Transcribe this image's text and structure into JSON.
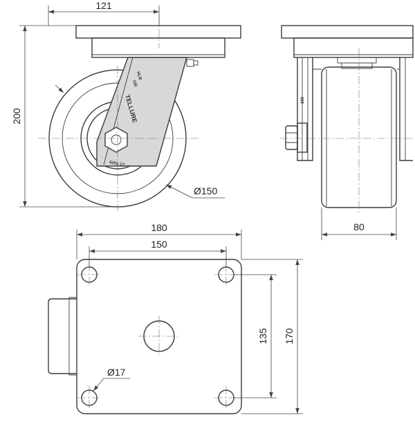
{
  "dimensions": {
    "swivel_offset": "121",
    "height": "200",
    "wheel_diameter": "Ø150",
    "wheel_width": "80",
    "plate_width": "180",
    "hole_spacing_x": "150",
    "hole_spacing_y": "135",
    "plate_length": "170",
    "hole_diameter": "Ø17"
  },
  "markings": {
    "bracket_text_1": "HLB",
    "bracket_text_2": "150",
    "bracket_logo": "TELLURE",
    "wheel_hub_text": "6202 ZZ",
    "side_bracket_text": "150"
  }
}
